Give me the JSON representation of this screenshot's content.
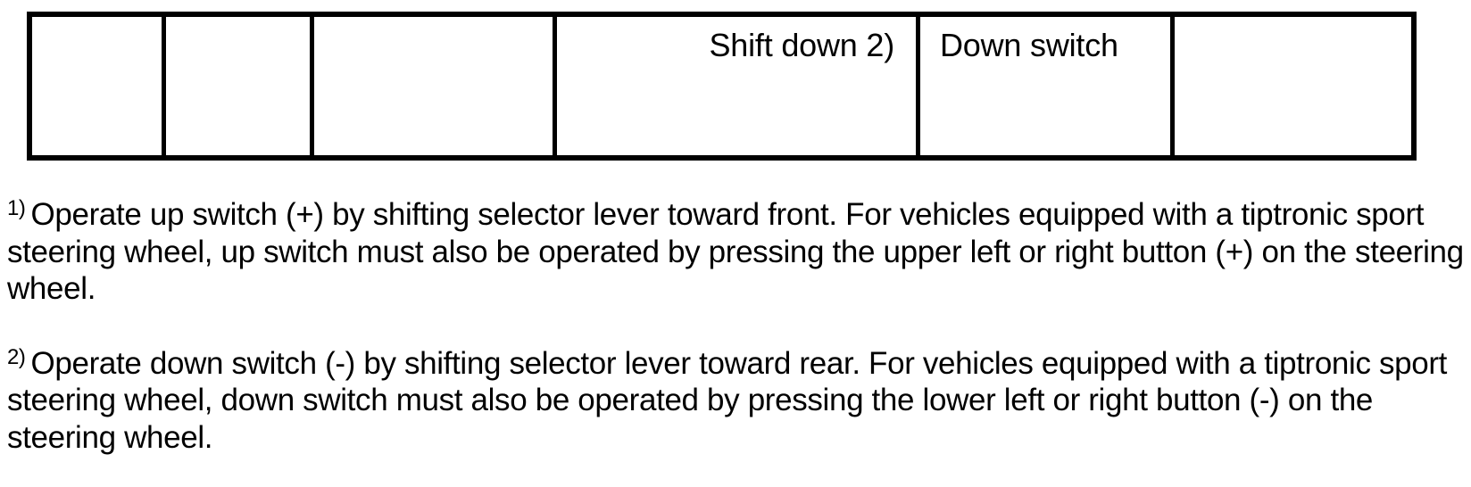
{
  "document": {
    "type": "service-manual-excerpt",
    "table": {
      "columns": 6,
      "rows": [
        {
          "cells": [
            {
              "text": "",
              "align": "left"
            },
            {
              "text": "",
              "align": "left"
            },
            {
              "text": "",
              "align": "left"
            },
            {
              "text": "Shift down 2)",
              "align": "right"
            },
            {
              "text": "Down switch",
              "align": "left"
            },
            {
              "text": "",
              "align": "left"
            }
          ]
        }
      ]
    },
    "footnotes": [
      {
        "marker": "1)",
        "text": "Operate up switch (+) by shifting selector lever toward front. For vehicles equipped with a tiptronic sport steering wheel, up switch must also be operated by pressing the upper left or right button (+) on the steering wheel."
      },
      {
        "marker": "2)",
        "text": "Operate down switch (-) by shifting selector lever toward rear. For vehicles equipped with a tiptronic sport steering wheel, down switch must also be operated by pressing the lower left or right button (-) on the steering wheel."
      }
    ],
    "colors": {
      "ink": "#000000",
      "paper": "#ffffff"
    }
  }
}
